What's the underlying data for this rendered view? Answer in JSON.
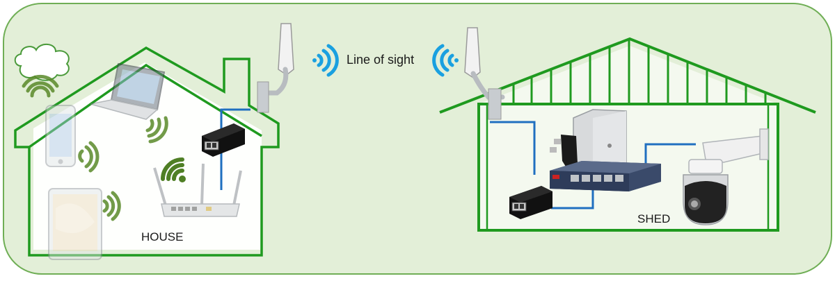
{
  "diagram": {
    "house_label": "HOUSE",
    "shed_label": "SHED",
    "link_label": "Line of sight"
  },
  "colors": {
    "background": "#e3efd8",
    "frame_border": "#5fa34a",
    "building_line": "#1f9a1f",
    "signal_blue": "#1aa0e0",
    "signal_green": "#5a8a2a",
    "cable": "#1f6fc0"
  },
  "icons": [
    "cloud-icon",
    "laptop-icon",
    "phone-icon",
    "tablet-icon",
    "router-icon",
    "poe-injector-icon",
    "antenna-icon",
    "network-switch-icon",
    "electrical-box-icon",
    "power-plug-icon",
    "ptz-camera-icon",
    "wifi-icon"
  ]
}
